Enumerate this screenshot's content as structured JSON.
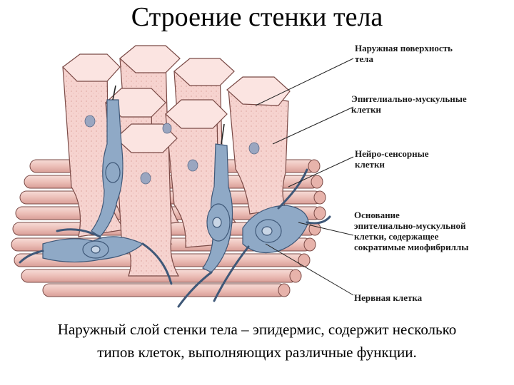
{
  "title": "Строение стенки тела",
  "labels": [
    "Наружная поверхность\nтела",
    "Эпителиально-мускульные\nклетки",
    "Нейро-сенсорные\nклетки",
    "Основание\nэпителиально-мускульной\nклетки, содержащее\nсократимые миофибриллы",
    "Нервная клетка"
  ],
  "caption_lines": [
    "Наружный слой стенки тела – эпидермис, содержит несколько",
    "типов клеток, выполняющих различные функции."
  ],
  "colors": {
    "cell_fill": "#f6d3cf",
    "cell_top": "#fbe4e1",
    "fiber_fill": "#edc1ba",
    "sensory_fill": "#8fa9c6",
    "nucleus_fill": "#9aa6c0"
  }
}
